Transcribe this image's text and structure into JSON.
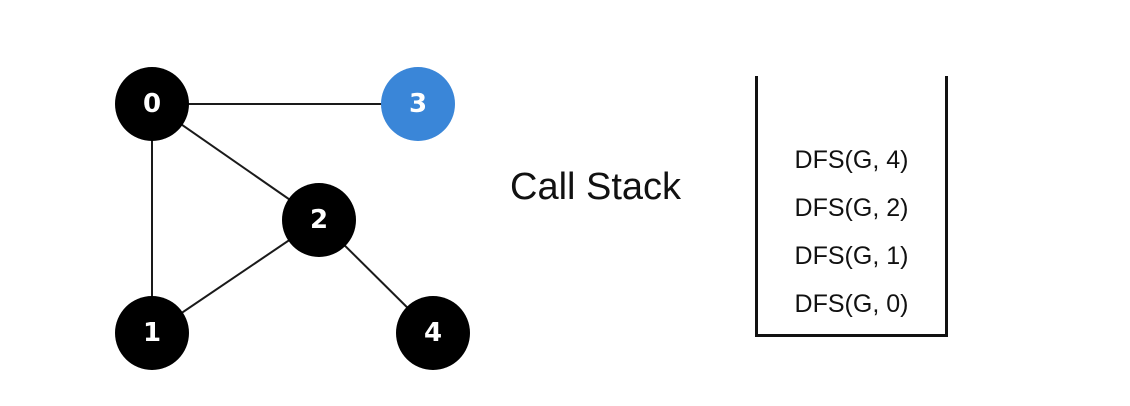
{
  "graph": {
    "nodes": [
      {
        "id": "0",
        "label": "0",
        "color": "#000000"
      },
      {
        "id": "1",
        "label": "1",
        "color": "#000000"
      },
      {
        "id": "2",
        "label": "2",
        "color": "#000000"
      },
      {
        "id": "3",
        "label": "3",
        "color": "#3a86d8"
      },
      {
        "id": "4",
        "label": "4",
        "color": "#000000"
      }
    ],
    "edges": [
      {
        "from": "0",
        "to": "3"
      },
      {
        "from": "0",
        "to": "1"
      },
      {
        "from": "0",
        "to": "2"
      },
      {
        "from": "2",
        "to": "1"
      },
      {
        "from": "2",
        "to": "4"
      }
    ]
  },
  "call_stack": {
    "title": "Call Stack",
    "frames": [
      "DFS(G, 4)",
      "DFS(G, 2)",
      "DFS(G, 1)",
      "DFS(G, 0)"
    ]
  }
}
